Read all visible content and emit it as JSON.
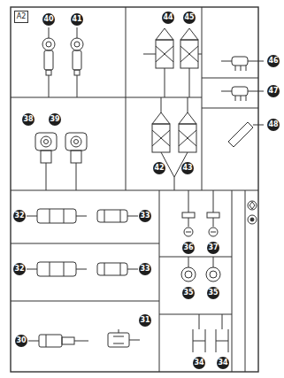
{
  "diagram": {
    "labels": [
      "A2",
      "40",
      "41",
      "44",
      "45",
      "46",
      "38",
      "39",
      "47",
      "42",
      "43",
      "48",
      "32",
      "33",
      "36",
      "37",
      "32",
      "33",
      "35",
      "35",
      "30",
      "31",
      "34",
      "34"
    ]
  }
}
